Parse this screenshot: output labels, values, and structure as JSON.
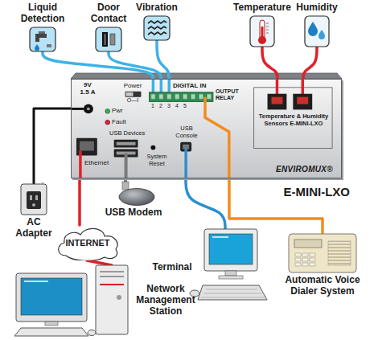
{
  "diagram": {
    "nodes": [
      {
        "text": [
          "Liquid Detection"
        ]
      },
      {
        "text": [
          "Door Contact"
        ]
      },
      {
        "text": [
          "Vibration"
        ]
      },
      {
        "text": [
          "Temperature"
        ]
      },
      {
        "text": [
          "Humidity"
        ]
      },
      {
        "text": [
          "ENVIROMUX®"
        ]
      },
      {
        "text": [
          "AC Adapter"
        ]
      },
      {
        "text": [
          "INTERNET"
        ]
      },
      {
        "text": [
          "USB Modem"
        ]
      },
      {
        "text": [
          "Terminal"
        ]
      },
      {
        "text": [
          "Automatic Voice Dialer System"
        ]
      },
      {
        "text": [
          "Network Management Station"
        ]
      }
    ],
    "edges": [
      {
        "from": 0,
        "to": 5,
        "arrow": "none"
      },
      {
        "from": 1,
        "to": 5,
        "arrow": "none"
      },
      {
        "from": 2,
        "to": 5,
        "arrow": "none"
      },
      {
        "from": 3,
        "to": 5,
        "arrow": "none"
      },
      {
        "from": 4,
        "to": 5,
        "arrow": "none"
      },
      {
        "from": 5,
        "to": 6,
        "arrow": "none"
      },
      {
        "from": 5,
        "to": 7,
        "arrow": "none"
      },
      {
        "from": 7,
        "to": 11,
        "arrow": "none"
      },
      {
        "from": 5,
        "to": 8,
        "arrow": "none"
      },
      {
        "from": 5,
        "to": 9,
        "arrow": "none"
      },
      {
        "from": 5,
        "to": 10,
        "arrow": "none"
      }
    ],
    "labels": [
      "9V 1.5 A",
      "Pwr",
      "Fault",
      "Power",
      "O—I",
      "DIGITAL IN",
      "1",
      "2",
      "3",
      "4",
      "5",
      "OUTPUT RELAY",
      "Temperature & Humidity Sensors E-MINI-LXO",
      "USB Devices",
      "System Reset",
      "USB Console",
      "Ethernet",
      "E-MINI-LXO"
    ]
  }
}
